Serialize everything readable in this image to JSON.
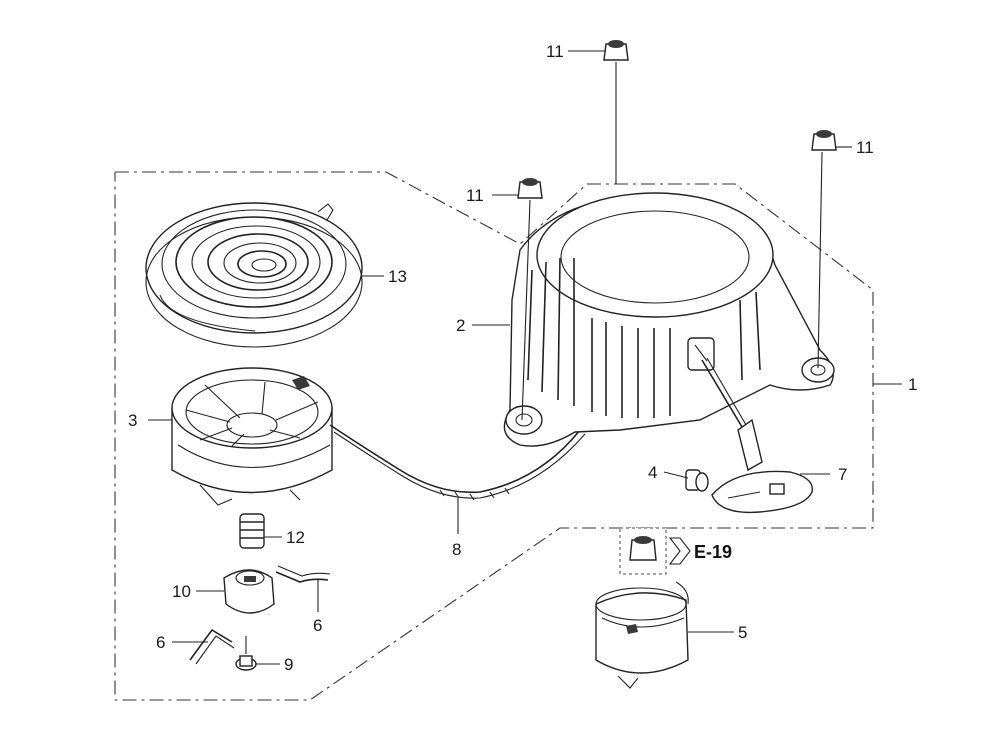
{
  "callouts": [
    {
      "id": "c11a",
      "text": "11"
    },
    {
      "id": "c11b",
      "text": "11"
    },
    {
      "id": "c11c",
      "text": "11"
    },
    {
      "id": "c13",
      "text": "13"
    },
    {
      "id": "c2",
      "text": "2"
    },
    {
      "id": "c1",
      "text": "1"
    },
    {
      "id": "c3",
      "text": "3"
    },
    {
      "id": "c4",
      "text": "4"
    },
    {
      "id": "c7",
      "text": "7"
    },
    {
      "id": "c12",
      "text": "12"
    },
    {
      "id": "c8",
      "text": "8"
    },
    {
      "id": "c10",
      "text": "10"
    },
    {
      "id": "c6a",
      "text": "6"
    },
    {
      "id": "c6b",
      "text": "6"
    },
    {
      "id": "c9",
      "text": "9"
    },
    {
      "id": "c5",
      "text": "5"
    }
  ],
  "reference": {
    "text": "E-19"
  }
}
